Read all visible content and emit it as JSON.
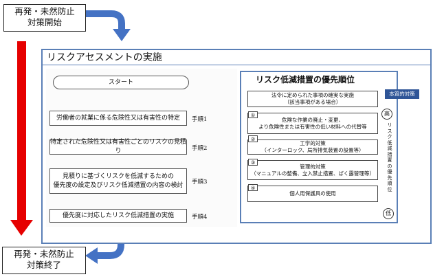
{
  "flow": {
    "start_label": "再発・未然防止\n対策開始",
    "end_label": "再発・未然防止\n対策終了"
  },
  "main": {
    "title": "リスクアセスメントの実施"
  },
  "steps": [
    {
      "text": "スタート",
      "tag": ""
    },
    {
      "text": "労働者の就業に係る危険性又は有害性の特定",
      "tag": "手順1"
    },
    {
      "text": "特定された危険性又は有害性ごとのリスクの見積り",
      "tag": "手順2"
    },
    {
      "text": "見積りに基づくリスクを低減するための\n優先度の設定及びリスク低減措置の内容の検討",
      "tag": "手順3"
    },
    {
      "text": "優先度に対応したリスク低減措置の実施",
      "tag": "手順4"
    }
  ],
  "priority": {
    "title": "リスク低減措置の優先順位",
    "essential_tag": "本質的対策",
    "high_label": "高",
    "low_label": "低",
    "vertical_label": "リスク低減措置の優先順位",
    "items": [
      {
        "num": "",
        "lines": [
          "法令に定められた事項の確実な実施",
          "（該当事項がある場合）"
        ]
      },
      {
        "num": "①",
        "lines": [
          "危険な作業の廃止・変更、",
          "より危険性または有害性の低い材料への代替等"
        ]
      },
      {
        "num": "②",
        "lines": [
          "工学的対策",
          "（インターロック、局所排気装置の設置等）"
        ]
      },
      {
        "num": "③",
        "lines": [
          "管理的対策",
          "（マニュアルの整備、立入禁止措置、ばく露管理等）"
        ]
      },
      {
        "num": "④",
        "lines": [
          "個人用保護具の使用"
        ]
      }
    ]
  },
  "colors": {
    "red_arrow": "#e60000",
    "blue_arrow": "#4472c4",
    "panel_border": "#5a7fb6",
    "tag_blue": "#2f5597"
  }
}
